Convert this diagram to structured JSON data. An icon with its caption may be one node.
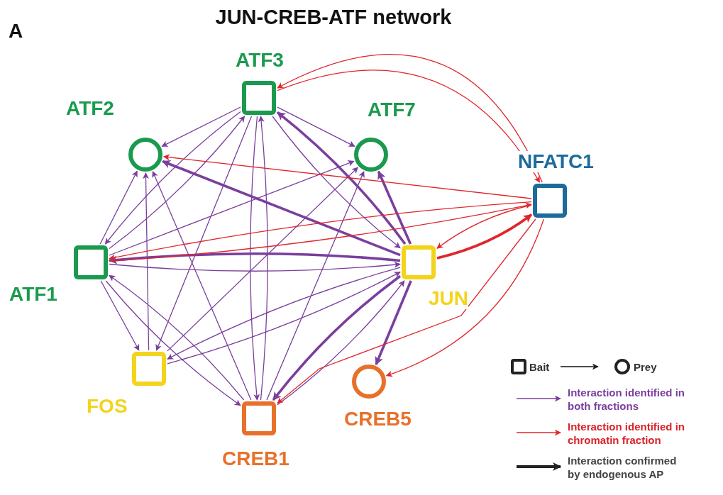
{
  "diagram": {
    "title": "JUN-CREB-ATF network",
    "nodes": [
      {
        "text": [
          "ATF3"
        ]
      },
      {
        "text": [
          "ATF2"
        ]
      },
      {
        "text": [
          "ATF7"
        ]
      },
      {
        "text": [
          "NFATC1"
        ]
      },
      {
        "text": [
          "ATF1"
        ]
      },
      {
        "text": [
          "JUN"
        ]
      },
      {
        "text": [
          "FOS"
        ]
      },
      {
        "text": [
          "CREB5"
        ]
      },
      {
        "text": [
          "CREB1"
        ]
      }
    ],
    "edges": [
      {
        "from": 0,
        "to": 1,
        "arrow": "to"
      },
      {
        "from": 0,
        "to": 4,
        "arrow": "to"
      },
      {
        "from": 0,
        "to": 6,
        "arrow": "to"
      },
      {
        "from": 0,
        "to": 8,
        "arrow": "to"
      },
      {
        "from": 0,
        "to": 2,
        "arrow": "to"
      },
      {
        "from": 0,
        "to": 5,
        "arrow": "to"
      },
      {
        "from": 5,
        "to": 0,
        "arrow": "to",
        "style": "thick"
      },
      {
        "from": 4,
        "to": 0,
        "arrow": "to"
      },
      {
        "from": 8,
        "to": 0,
        "arrow": "to"
      },
      {
        "from": 4,
        "to": 1,
        "arrow": "to"
      },
      {
        "from": 6,
        "to": 1,
        "arrow": "to"
      },
      {
        "from": 8,
        "to": 1,
        "arrow": "to"
      },
      {
        "from": 4,
        "to": 2,
        "arrow": "to"
      },
      {
        "from": 6,
        "to": 2,
        "arrow": "to"
      },
      {
        "from": 8,
        "to": 2,
        "arrow": "to"
      },
      {
        "from": 5,
        "to": 1,
        "arrow": "to",
        "style": "thick"
      },
      {
        "from": 5,
        "to": 2,
        "arrow": "to",
        "style": "thick"
      },
      {
        "from": 4,
        "to": 5,
        "arrow": "to"
      },
      {
        "from": 5,
        "to": 4,
        "arrow": "to",
        "style": "thick"
      },
      {
        "from": 4,
        "to": 6,
        "arrow": "to"
      },
      {
        "from": 4,
        "to": 8,
        "arrow": "to"
      },
      {
        "from": 8,
        "to": 4,
        "arrow": "to"
      },
      {
        "from": 6,
        "to": 5,
        "arrow": "to"
      },
      {
        "from": 5,
        "to": 6,
        "arrow": "to"
      },
      {
        "from": 8,
        "to": 5,
        "arrow": "to"
      },
      {
        "from": 5,
        "to": 8,
        "arrow": "to",
        "style": "thick"
      },
      {
        "from": 5,
        "to": 7,
        "arrow": "to",
        "style": "thick"
      },
      {
        "from": 3,
        "to": 0,
        "arrow": "to",
        "color": "#e0262b"
      },
      {
        "from": 3,
        "to": 1,
        "arrow": "to",
        "color": "#e0262b"
      },
      {
        "from": 3,
        "to": 4,
        "arrow": "to",
        "color": "#e0262b"
      },
      {
        "from": 3,
        "to": 5,
        "arrow": "to",
        "color": "#e0262b"
      },
      {
        "from": 3,
        "to": 8,
        "arrow": "to",
        "color": "#e0262b"
      },
      {
        "from": 3,
        "to": 7,
        "arrow": "to",
        "color": "#e0262b"
      },
      {
        "from": 5,
        "to": 3,
        "arrow": "to",
        "style": "thick",
        "color": "#e0262b"
      },
      {
        "from": 4,
        "to": 3,
        "arrow": "to",
        "color": "#e0262b"
      },
      {
        "from": 0,
        "to": 3,
        "arrow": "to",
        "color": "#e0262b"
      }
    ],
    "labels": [
      "A"
    ],
    "legend": [
      {
        "text": "Bait"
      },
      {
        "text": "Prey"
      },
      {
        "text": "Interaction identified in both fractions"
      },
      {
        "text": "Interaction identified in chromatin fraction"
      },
      {
        "text": "Interaction confirmed by endogenous AP"
      }
    ]
  }
}
